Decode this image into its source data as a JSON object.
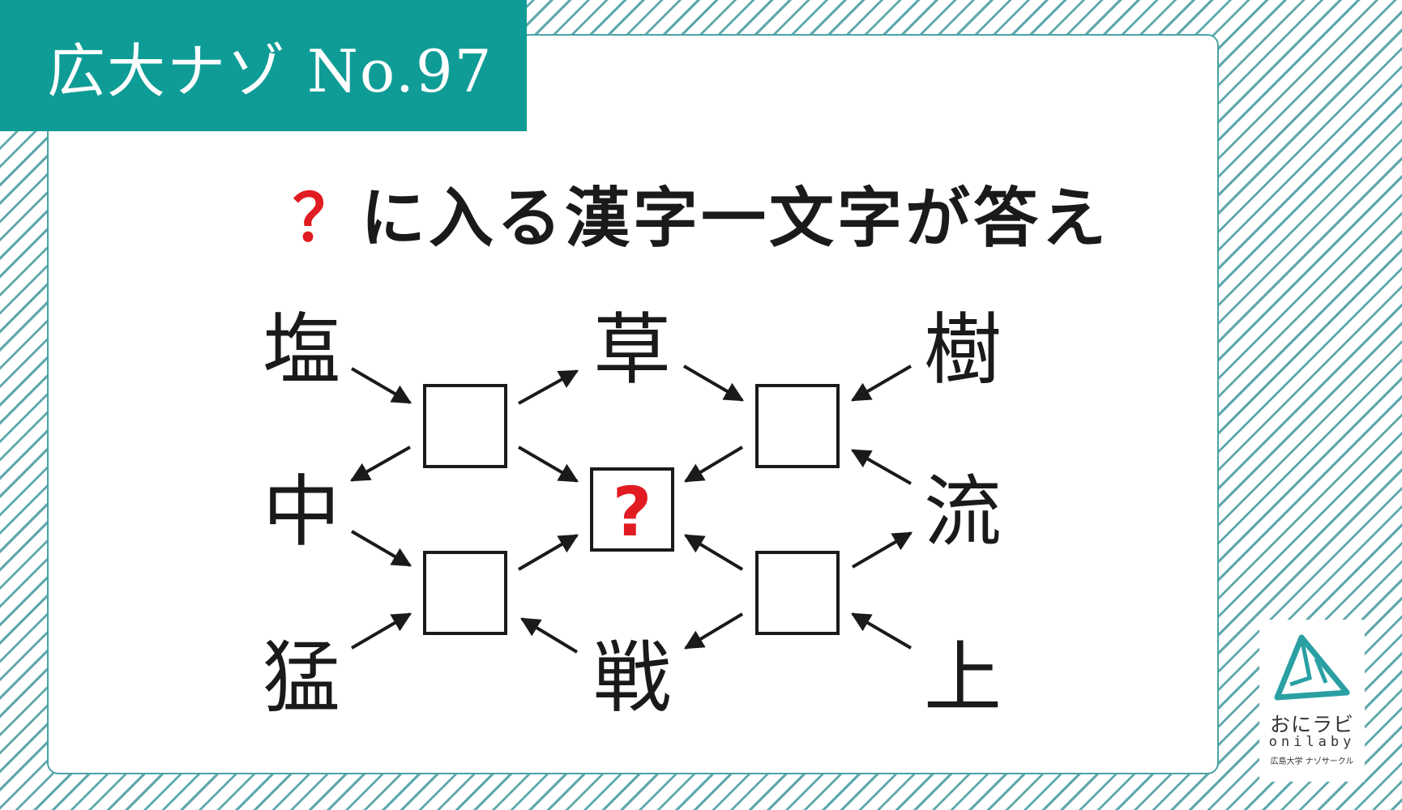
{
  "header": {
    "title": "広大ナゾ No.97"
  },
  "question": {
    "mark": "？",
    "text": "に入る漢字一文字が答え"
  },
  "puzzle": {
    "kanji": {
      "top_left": "塩",
      "mid_left": "中",
      "bottom_left": "猛",
      "top_center": "草",
      "bottom_center": "戦",
      "top_right": "樹",
      "mid_right": "流",
      "bottom_right": "上"
    },
    "answer_box": "?"
  },
  "logo": {
    "name_jp": "おにラビ",
    "name_en": "onilaby",
    "subtitle": "広島大学 ナゾサークル"
  },
  "colors": {
    "teal": "#0f9c96",
    "stripe": "#5fa8ac",
    "red": "#e11b22"
  }
}
